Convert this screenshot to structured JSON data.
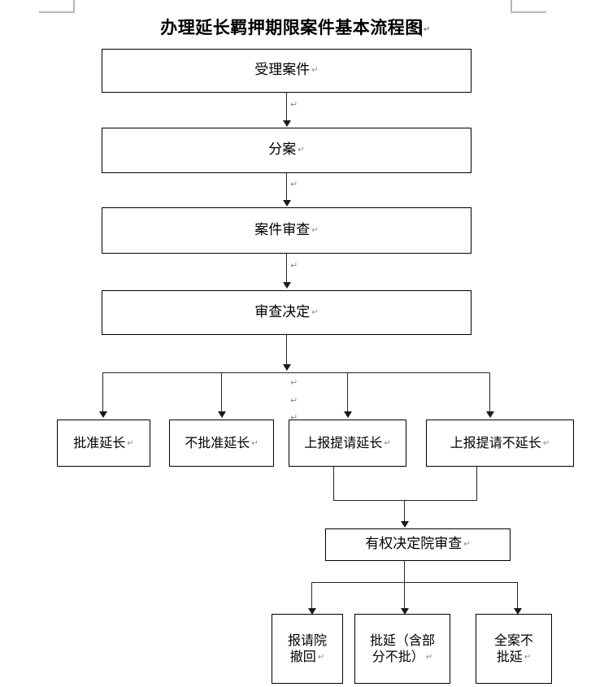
{
  "document": {
    "title": "办理延长羁押期限案件基本流程图",
    "paragraph_mark": "↵"
  },
  "chart_data": {
    "type": "diagram",
    "title": "办理延长羁押期限案件基本流程图",
    "nodes": [
      {
        "id": "n1",
        "label": "受理案件",
        "level": 1
      },
      {
        "id": "n2",
        "label": "分案",
        "level": 2
      },
      {
        "id": "n3",
        "label": "案件审查",
        "level": 3
      },
      {
        "id": "n4",
        "label": "审查决定",
        "level": 4
      },
      {
        "id": "n5",
        "label": "批准延长",
        "level": 5
      },
      {
        "id": "n6",
        "label": "不批准延长",
        "level": 5
      },
      {
        "id": "n7",
        "label": "上报提请延长",
        "level": 5
      },
      {
        "id": "n8",
        "label": "上报提请不延长",
        "level": 5
      },
      {
        "id": "n9",
        "label": "有权决定院审查",
        "level": 6
      },
      {
        "id": "n10",
        "label": "报请院撤回",
        "line1": "报请院",
        "line2": "撤回",
        "level": 7
      },
      {
        "id": "n11",
        "label": "批延（含部分不批）",
        "line1": "批延（含部",
        "line2": "分不批）",
        "level": 7
      },
      {
        "id": "n12",
        "label": "全案不批延",
        "line1": "全案不",
        "line2": "批延",
        "level": 7
      }
    ],
    "edges": [
      {
        "from": "n1",
        "to": "n2"
      },
      {
        "from": "n2",
        "to": "n3"
      },
      {
        "from": "n3",
        "to": "n4"
      },
      {
        "from": "n4",
        "to": "n5"
      },
      {
        "from": "n4",
        "to": "n6"
      },
      {
        "from": "n4",
        "to": "n7"
      },
      {
        "from": "n4",
        "to": "n8"
      },
      {
        "from": "n7",
        "to": "n9"
      },
      {
        "from": "n8",
        "to": "n9"
      },
      {
        "from": "n9",
        "to": "n10"
      },
      {
        "from": "n9",
        "to": "n11"
      },
      {
        "from": "n9",
        "to": "n12"
      }
    ]
  },
  "nodes": {
    "accept_case": "受理案件",
    "assign_case": "分案",
    "case_review": "案件审查",
    "review_decision": "审查决定",
    "approve_extension": "批准延长",
    "disapprove_extension": "不批准延长",
    "report_request_extension": "上报提请延长",
    "report_request_no_extension": "上报提请不延长",
    "authorized_court_review": "有权决定院审查",
    "request_withdraw_l1": "报请院",
    "request_withdraw_l2": "撤回",
    "approve_partial_l1": "批延（含部",
    "approve_partial_l2": "分不批）",
    "whole_case_denied_l1": "全案不",
    "whole_case_denied_l2": "批延"
  },
  "colors": {
    "border": "#000000",
    "connector": "#262626",
    "text": "#000000",
    "paragraph_mark": "#888888",
    "margin_mark": "#b6b6b6",
    "background": "#ffffff"
  }
}
